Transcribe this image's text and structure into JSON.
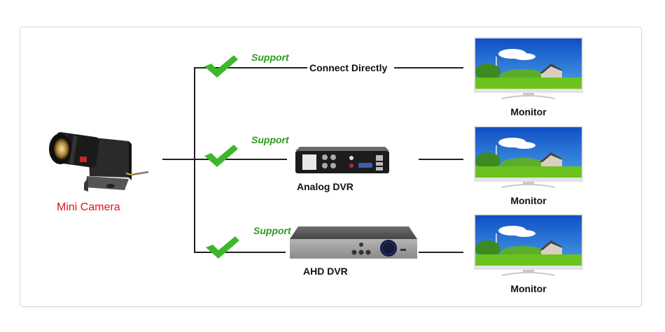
{
  "diagram": {
    "source": {
      "label": "Mini Camera",
      "icon": "mini-camera-icon",
      "label_color": "#e0121a"
    },
    "branches": [
      {
        "status": "Support",
        "connection": "Connect Directly",
        "device": null,
        "target": "Monitor"
      },
      {
        "status": "Support",
        "connection": "Analog DVR",
        "device": "analog-dvr-icon",
        "target": "Monitor"
      },
      {
        "status": "Support",
        "connection": "AHD DVR",
        "device": "ahd-dvr-icon",
        "target": "Monitor"
      }
    ],
    "colors": {
      "support_text": "#2e9a1f",
      "checkmark": "#3cb82a",
      "line": "#222222"
    }
  }
}
